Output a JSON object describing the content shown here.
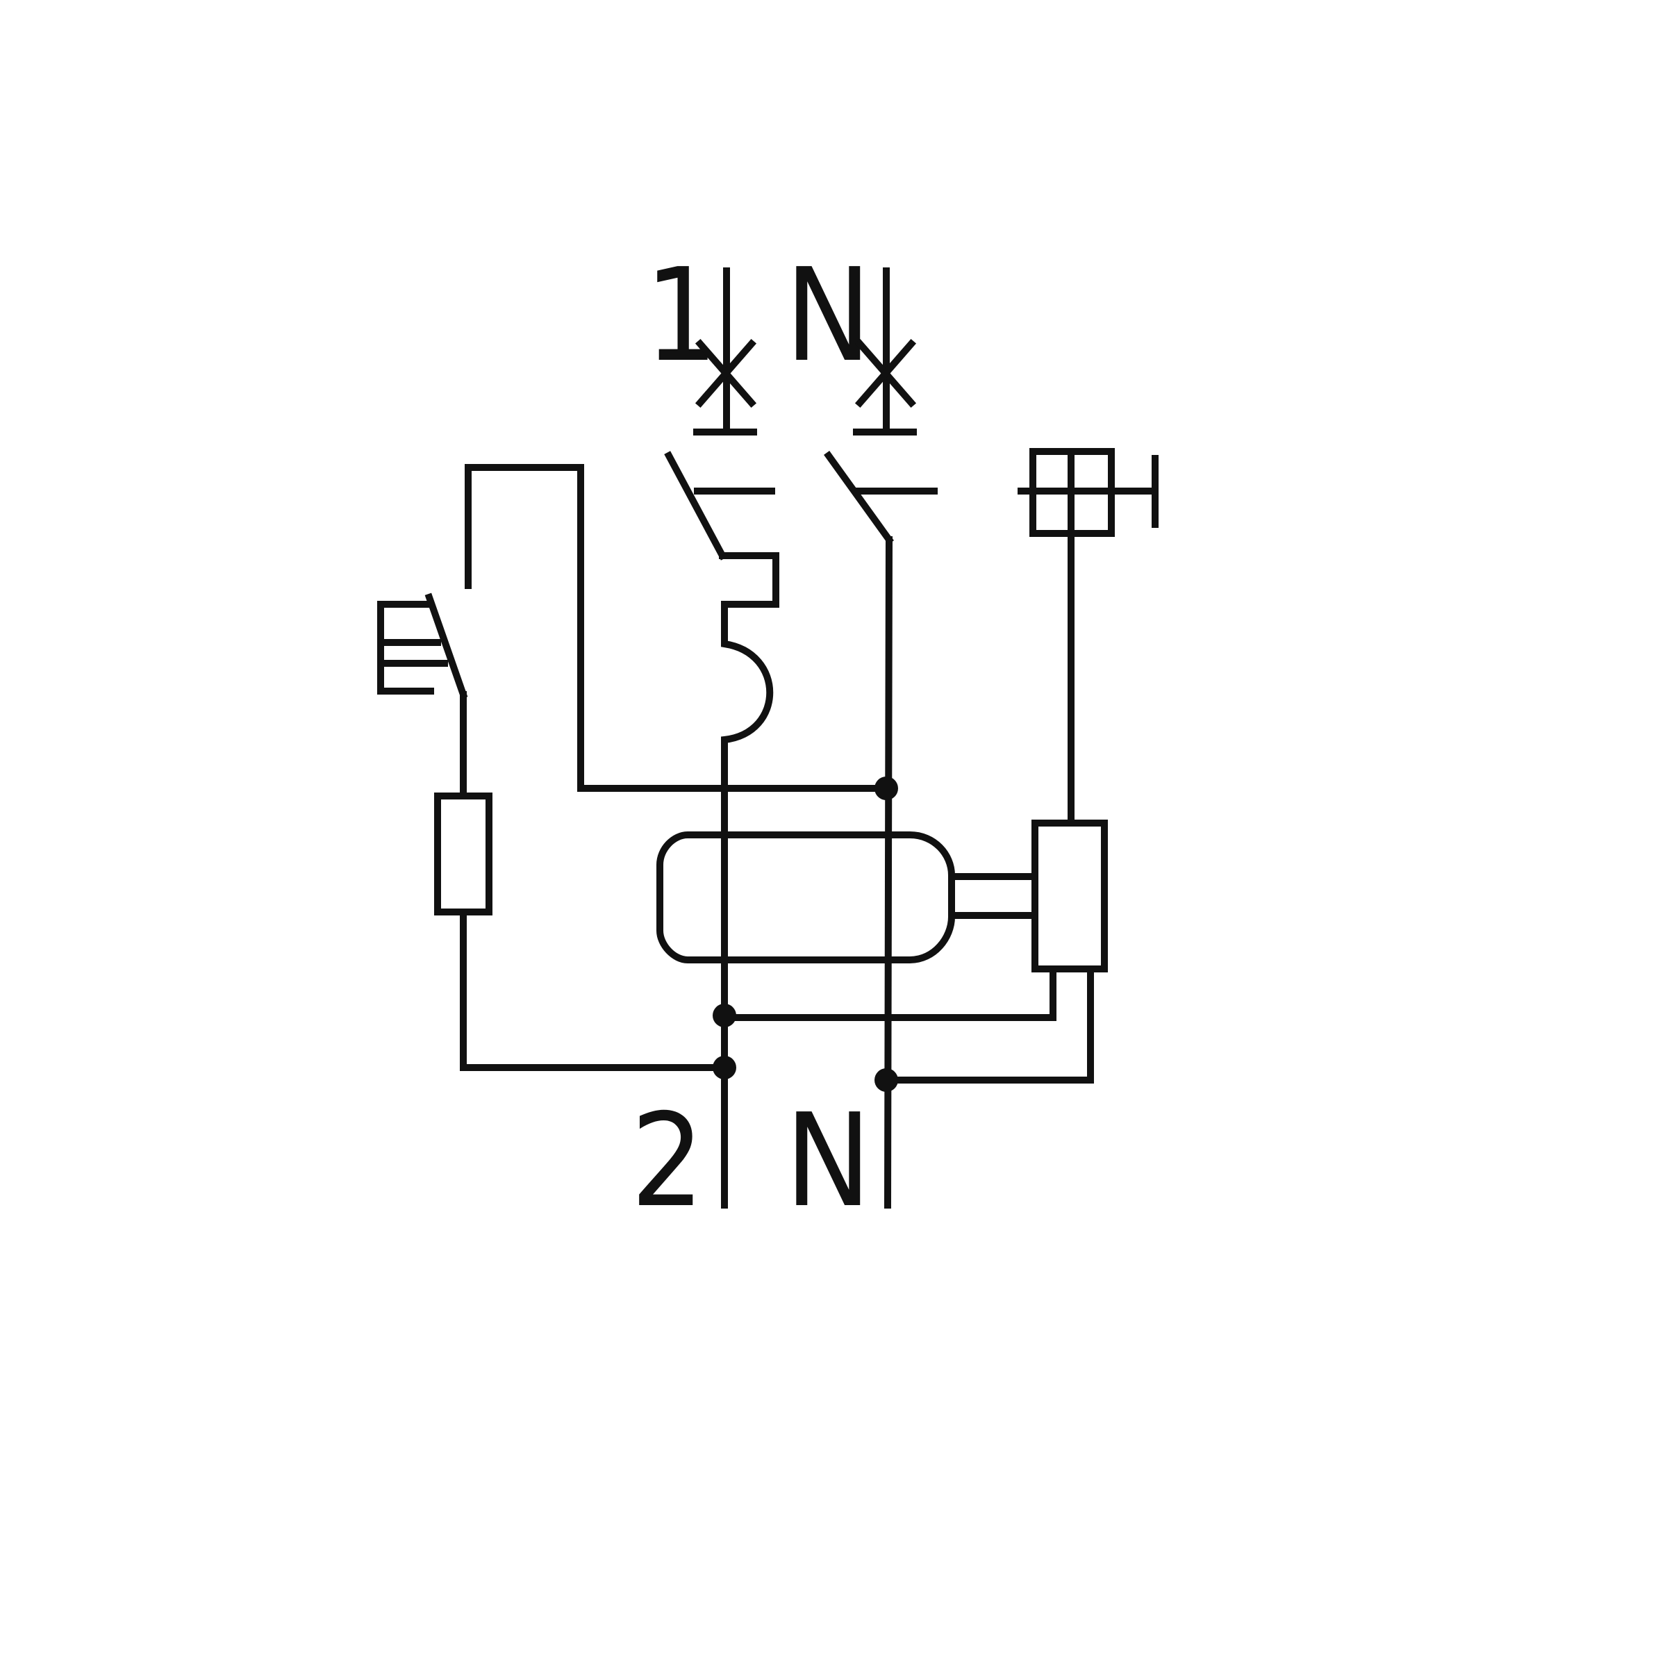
{
  "diagram": {
    "labels": {
      "top_line": "1",
      "top_neutral": "N",
      "bottom_line": "2",
      "bottom_neutral": "N"
    },
    "colors": {
      "ink": "#111111",
      "background": "#ffffff"
    },
    "components": [
      "line-terminal-1",
      "neutral-terminal-top",
      "line-contact",
      "neutral-contact",
      "thermal-trip-element",
      "test-button",
      "test-resistor",
      "residual-current-transformer",
      "trip-relay",
      "manual-operating-mechanism",
      "line-terminal-2",
      "neutral-terminal-bottom"
    ]
  }
}
